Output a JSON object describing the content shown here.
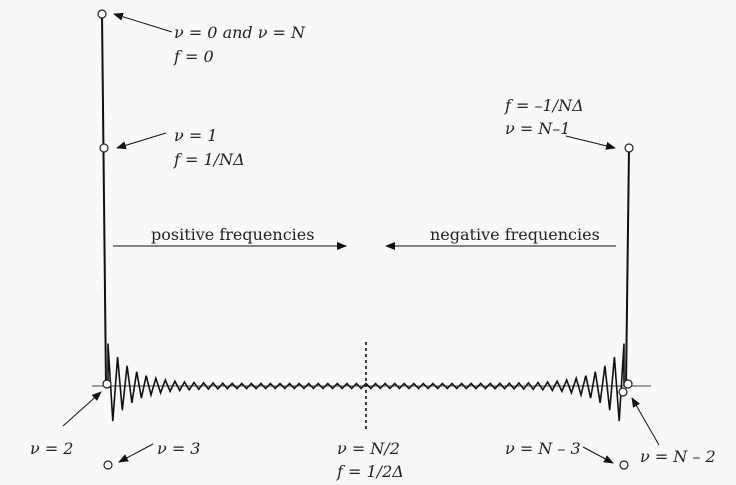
{
  "labels": {
    "v0": "ν = 0 and ν = N",
    "f0": "f = 0",
    "v1": "ν = 1",
    "f1": "f = 1/NΔ",
    "fneg": "f = –1/NΔ",
    "vN1": "ν = N–1",
    "pos": "positive frequencies",
    "neg": "negative frequencies",
    "v2": "ν = 2",
    "v3": "ν = 3",
    "vN2half": "ν = N/2",
    "fhalf": "f = 1/2Δ",
    "vN3": "ν = N – 3",
    "vN2": "ν = N – 2"
  }
}
